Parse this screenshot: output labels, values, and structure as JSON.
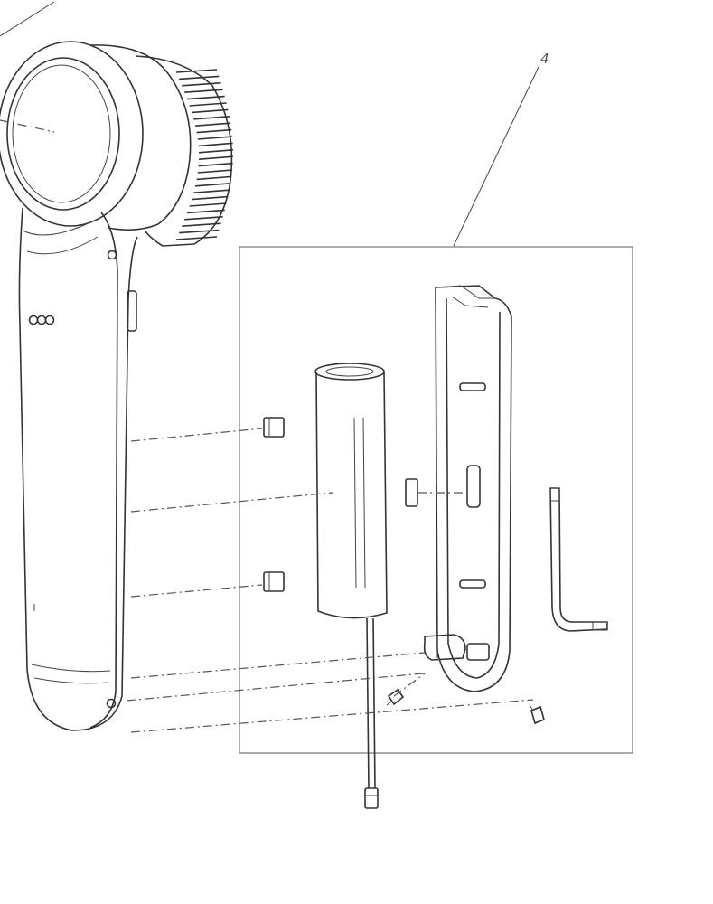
{
  "diagram": {
    "callout_label": "4",
    "colors": {
      "line": "#333333",
      "frame": "#888888",
      "background": "#ffffff"
    },
    "parts": [
      "handle-body",
      "lens-head",
      "battery-cell",
      "battery-cover",
      "small-pad-top",
      "small-pad-bottom",
      "cover-clip",
      "screw-small",
      "screw-end",
      "hex-key",
      "lead-wire"
    ]
  }
}
